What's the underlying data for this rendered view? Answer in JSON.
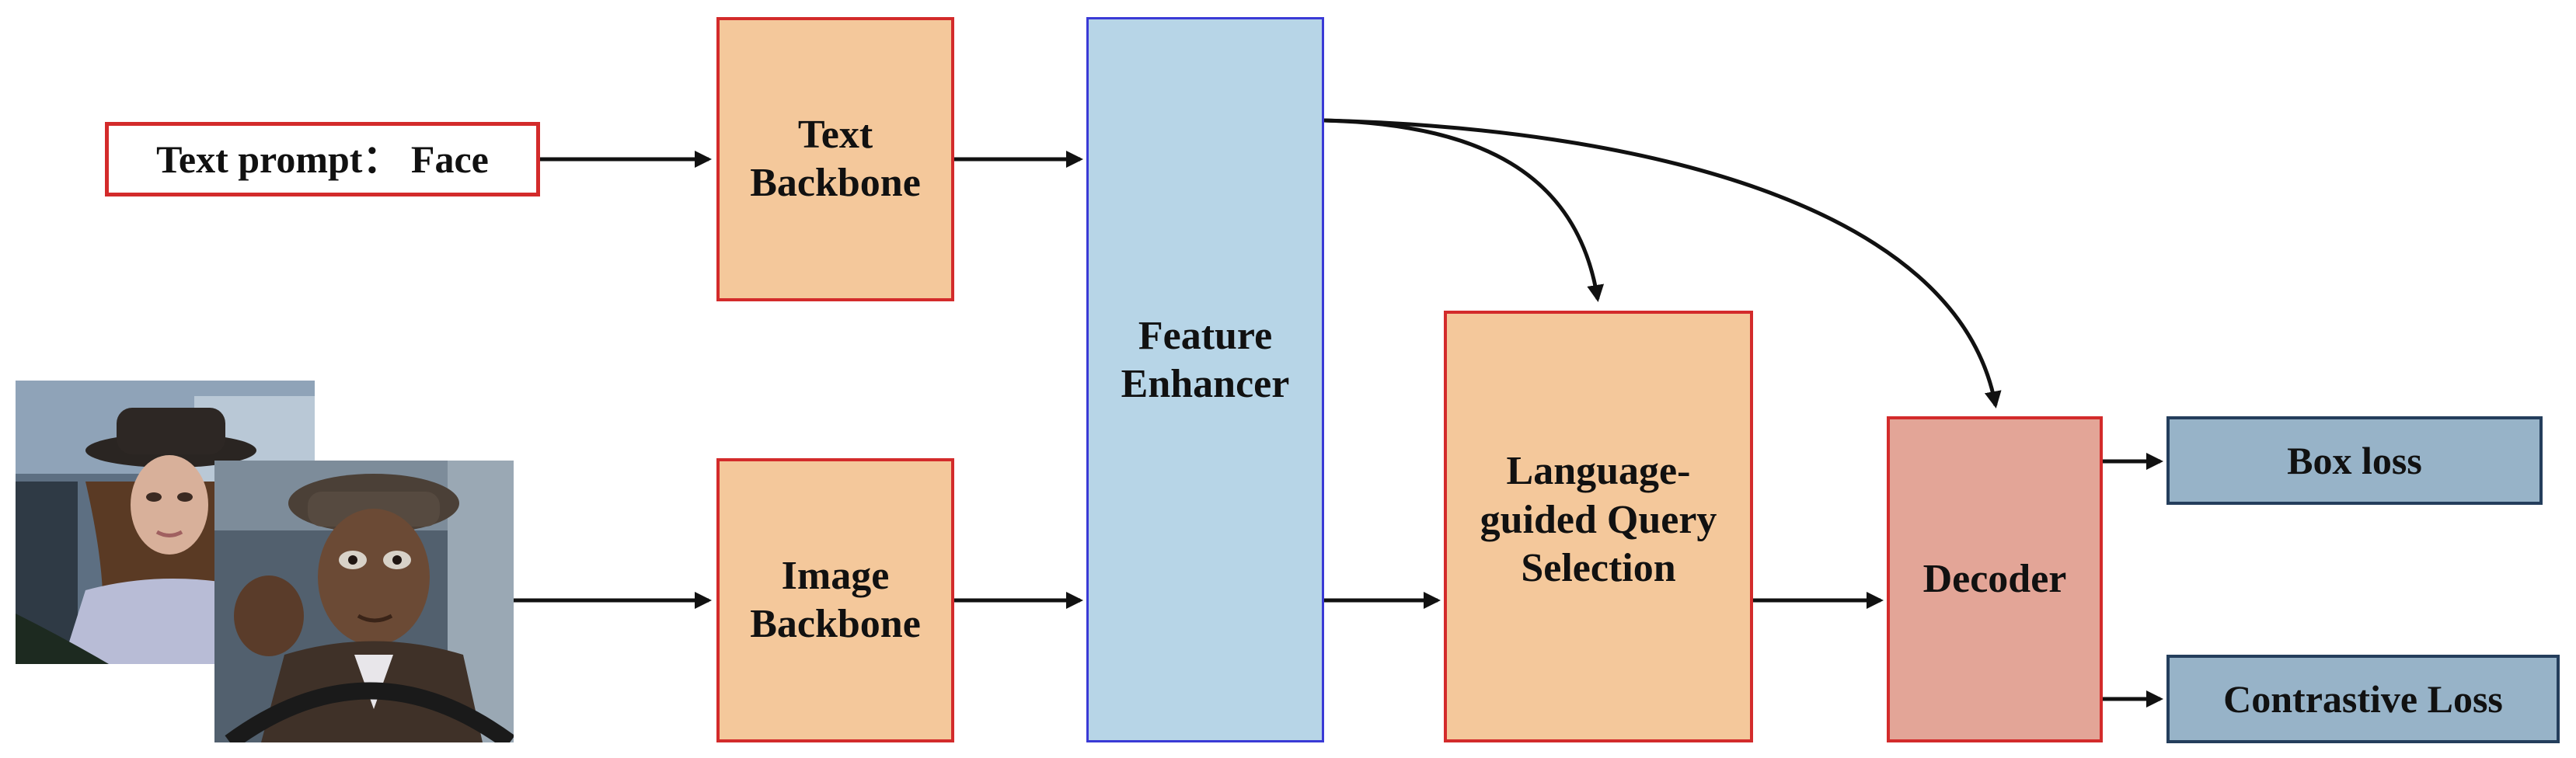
{
  "nodes": {
    "text_prompt": "Text prompt： Face",
    "text_backbone": "Text\nBackbone",
    "image_backbone": "Image\nBackbone",
    "feature_enhancer": "Feature\nEnhancer",
    "query_selection": "Language-\nguided Query\nSelection",
    "decoder": "Decoder",
    "box_loss": "Box loss",
    "contrastive_loss": "Contrastive Loss"
  },
  "colors": {
    "module_fill": "#f4c89b",
    "module_border": "#d32b2b",
    "enhancer_fill": "#b7d5e7",
    "enhancer_border": "#3a3ad6",
    "decoder_fill": "#e3a597",
    "loss_fill": "#97b3c8",
    "loss_border": "#243e5c",
    "arrow": "#111111"
  },
  "images": {
    "back": "driver-photo-woman",
    "front": "driver-photo-man"
  }
}
